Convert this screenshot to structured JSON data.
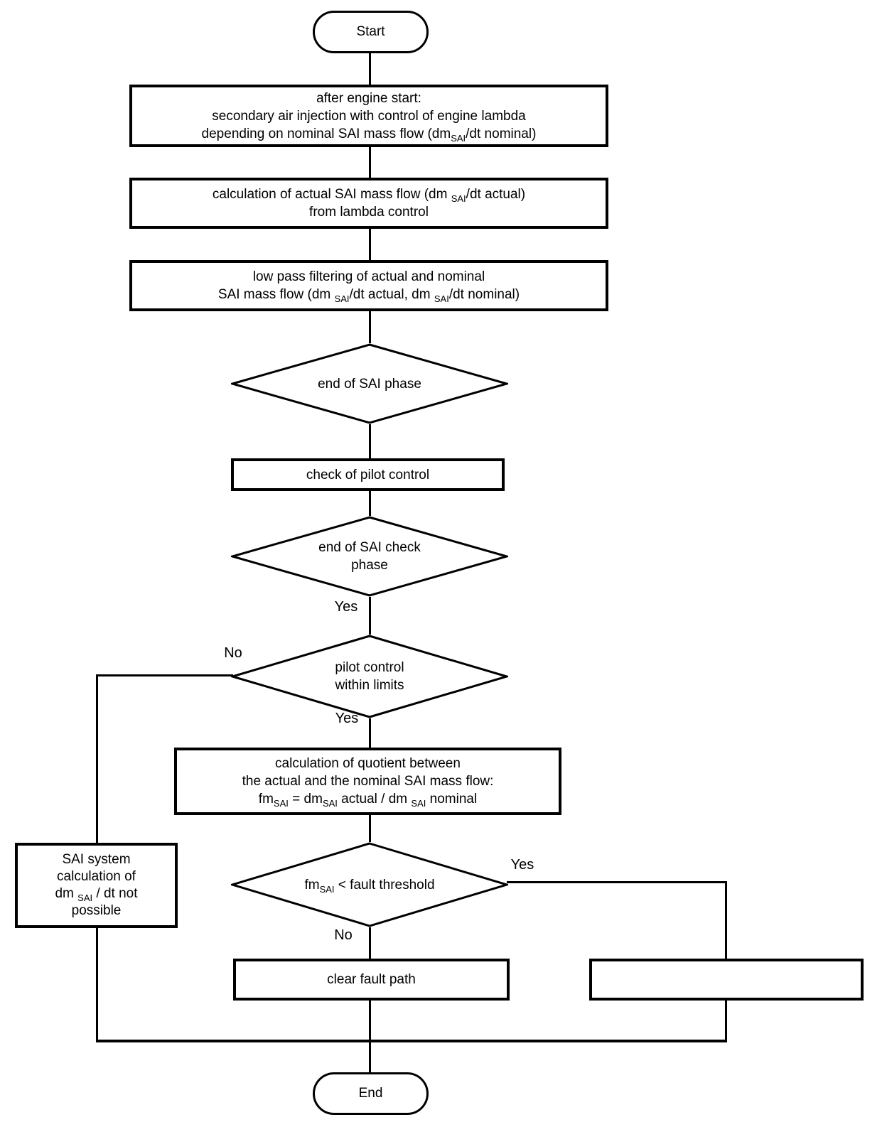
{
  "colors": {
    "line": "#000000",
    "background": "#ffffff"
  },
  "flowchart": {
    "start": {
      "label": "Start"
    },
    "engine_start": {
      "lines": [
        [
          "after engine start:"
        ],
        [
          "secondary air injection with control of engine lambda"
        ],
        [
          "depending on nominal SAI mass flow (dm",
          {
            "sub": "SAI"
          },
          "/dt nominal)"
        ]
      ]
    },
    "actual_mass_flow": {
      "lines": [
        [
          "calculation of actual SAI mass flow (dm ",
          {
            "sub": "SAI"
          },
          "/dt actual)"
        ],
        [
          "from lambda control"
        ]
      ]
    },
    "low_pass_filter": {
      "lines": [
        [
          "low pass filtering of actual and nominal"
        ],
        [
          "SAI mass flow (dm ",
          {
            "sub": "SAI"
          },
          "/dt actual, dm ",
          {
            "sub": "SAI"
          },
          "/dt nominal)"
        ]
      ]
    },
    "end_of_sai_phase": {
      "lines": [
        [
          "end of SAI phase"
        ]
      ]
    },
    "check_pilot_control": {
      "lines": [
        [
          "check of pilot control"
        ]
      ]
    },
    "end_of_sai_check_phase": {
      "lines": [
        [
          "end of SAI check"
        ],
        [
          "phase"
        ]
      ]
    },
    "pilot_control_within_limits": {
      "lines": [
        [
          "pilot control"
        ],
        [
          "within limits"
        ]
      ]
    },
    "quotient_calc": {
      "lines": [
        [
          "calculation of quotient between"
        ],
        [
          "the actual and the nominal SAI mass flow:"
        ],
        [
          "fm",
          {
            "sub": "SAI"
          },
          " = dm",
          {
            "sub": "SAI"
          },
          " actual / dm ",
          {
            "sub": "SAI"
          },
          " nominal"
        ]
      ]
    },
    "sai_system_not_possible": {
      "lines": [
        [
          "SAI system"
        ],
        [
          "calculation of"
        ],
        [
          "dm ",
          {
            "sub": "SAI"
          },
          " / dt not"
        ],
        [
          "possible"
        ]
      ]
    },
    "fault_threshold": {
      "lines": [
        [
          "fm",
          {
            "sub": "SAI"
          },
          " < fault threshold"
        ]
      ]
    },
    "clear_fault_path": {
      "lines": [
        [
          "clear fault path"
        ]
      ]
    },
    "fault_action_box": {
      "lines": []
    },
    "end": {
      "label": "End"
    },
    "labels": {
      "yes_end_check": "Yes",
      "no_pilot": "No",
      "yes_pilot": "Yes",
      "yes_fault": "Yes",
      "no_fault": "No"
    }
  }
}
